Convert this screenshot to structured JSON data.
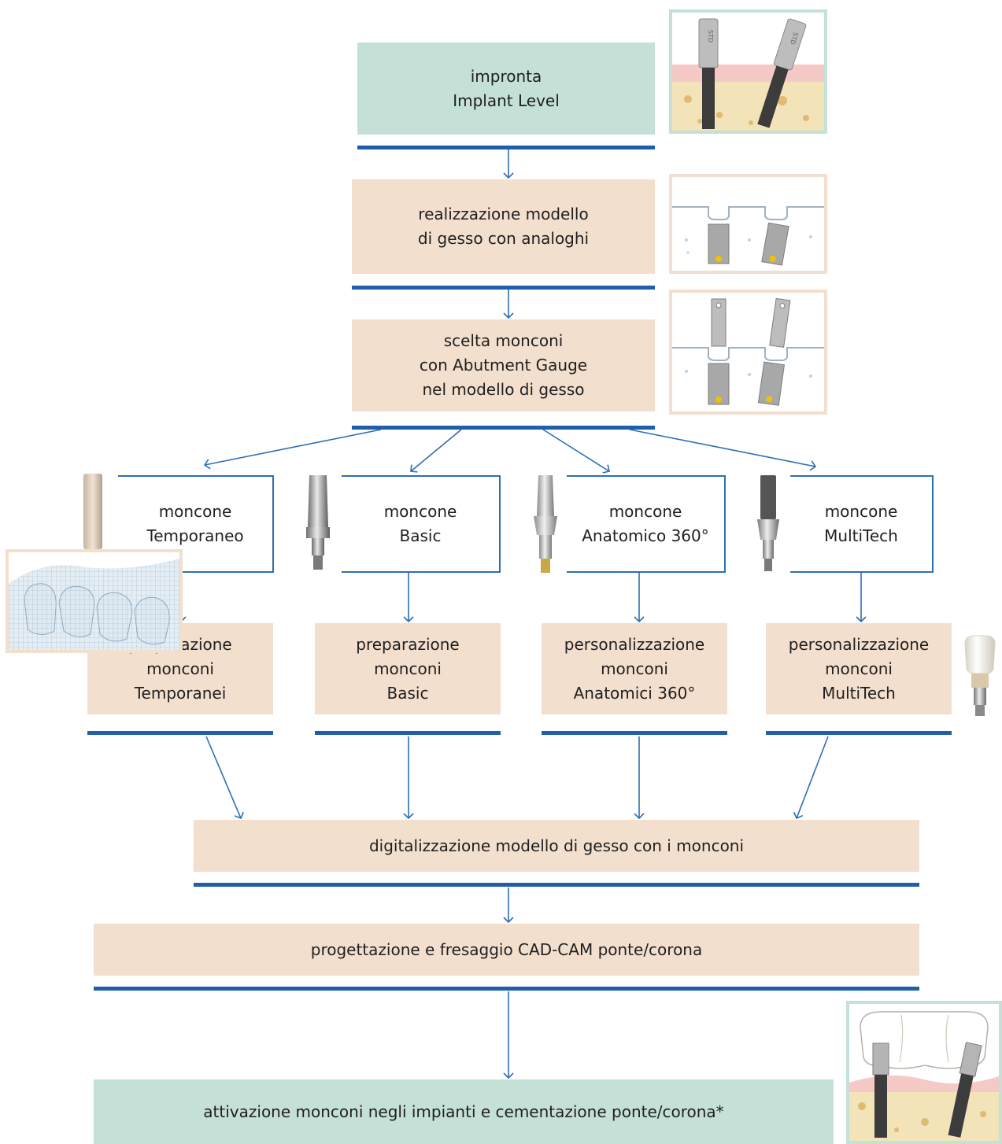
{
  "steps": {
    "impression": {
      "line1": "impronta",
      "line2": "Implant Level"
    },
    "plaster_model": {
      "line1": "realizzazione modello",
      "line2": "di gesso con analoghi"
    },
    "abutment_choice": {
      "line1": "scelta monconi",
      "line2": "con Abutment Gauge",
      "line3": "nel modello di gesso"
    },
    "digitization": {
      "label": "digitalizzazione modello di gesso con i monconi"
    },
    "cadcam": {
      "label": "progettazione e fresaggio CAD-CAM ponte/corona"
    },
    "activation": {
      "label": "attivazione monconi negli impianti e cementazione ponte/corona*"
    }
  },
  "abutments": [
    {
      "line1": "moncone",
      "line2": "Temporaneo",
      "prep1": "preparazione",
      "prep2": "monconi",
      "prep3": "Temporanei"
    },
    {
      "line1": "moncone",
      "line2": "Basic",
      "prep1": "preparazione",
      "prep2": "monconi",
      "prep3": "Basic"
    },
    {
      "line1": "moncone",
      "line2": "Anatomico 360°",
      "prep1": "personalizzazione",
      "prep2": "monconi",
      "prep3": "Anatomici 360°"
    },
    {
      "line1": "moncone",
      "line2": "MultiTech",
      "prep1": "personalizzazione",
      "prep2": "monconi",
      "prep3": "MultiTech"
    }
  ],
  "icons": {
    "implant_label": "STD"
  },
  "colors": {
    "teal": "#c4e0d7",
    "beige": "#f3dfcd",
    "blue": "#1f5ea8",
    "arrow": "#2b6fb4"
  }
}
